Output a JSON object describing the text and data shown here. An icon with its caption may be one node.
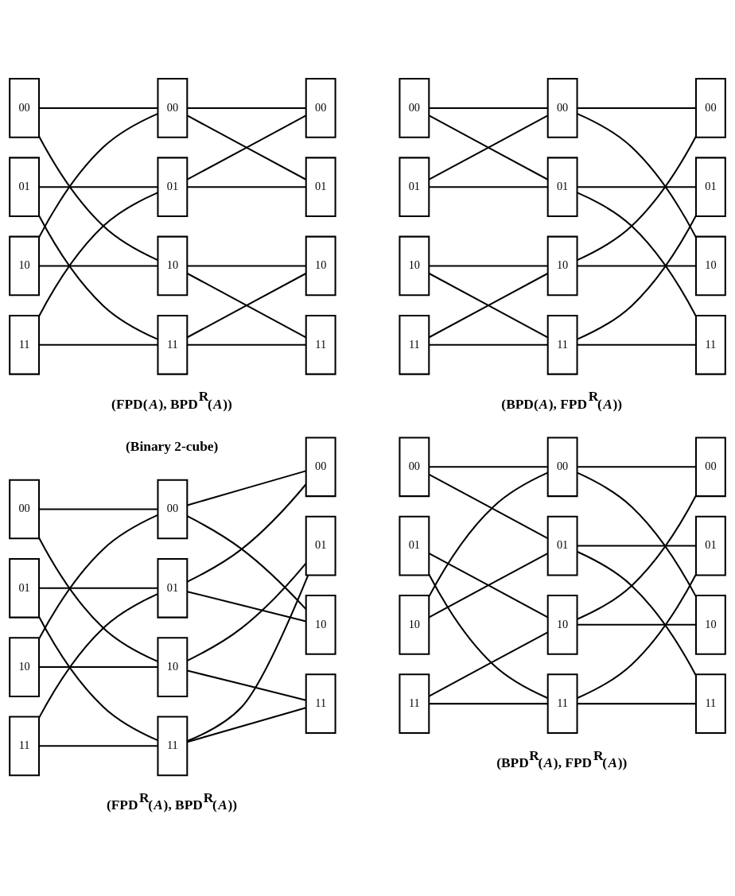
{
  "diagram": {
    "nodes": [
      {
        "text": [
          "00"
        ]
      },
      {
        "text": [
          "00"
        ]
      },
      {
        "text": [
          "00"
        ]
      },
      {
        "text": [
          "01"
        ]
      },
      {
        "text": [
          "01"
        ]
      },
      {
        "text": [
          "01"
        ]
      },
      {
        "text": [
          "10"
        ]
      },
      {
        "text": [
          "10"
        ]
      },
      {
        "text": [
          "10"
        ]
      },
      {
        "text": [
          "11"
        ]
      },
      {
        "text": [
          "11"
        ]
      },
      {
        "text": [
          "11"
        ]
      },
      {
        "text": [
          "00"
        ]
      },
      {
        "text": [
          "00"
        ]
      },
      {
        "text": [
          "00"
        ]
      },
      {
        "text": [
          "01"
        ]
      },
      {
        "text": [
          "01"
        ]
      },
      {
        "text": [
          "01"
        ]
      },
      {
        "text": [
          "10"
        ]
      },
      {
        "text": [
          "10"
        ]
      },
      {
        "text": [
          "10"
        ]
      },
      {
        "text": [
          "11"
        ]
      },
      {
        "text": [
          "11"
        ]
      },
      {
        "text": [
          "11"
        ]
      },
      {
        "text": [
          "00"
        ]
      },
      {
        "text": [
          "00"
        ]
      },
      {
        "text": [
          "00"
        ]
      },
      {
        "text": [
          "01"
        ]
      },
      {
        "text": [
          "01"
        ]
      },
      {
        "text": [
          "01"
        ]
      },
      {
        "text": [
          "10"
        ]
      },
      {
        "text": [
          "10"
        ]
      },
      {
        "text": [
          "10"
        ]
      },
      {
        "text": [
          "11"
        ]
      },
      {
        "text": [
          "11"
        ]
      },
      {
        "text": [
          "11"
        ]
      },
      {
        "text": [
          "00"
        ]
      },
      {
        "text": [
          "00"
        ]
      },
      {
        "text": [
          "00"
        ]
      },
      {
        "text": [
          "01"
        ]
      },
      {
        "text": [
          "01"
        ]
      },
      {
        "text": [
          "01"
        ]
      },
      {
        "text": [
          "10"
        ]
      },
      {
        "text": [
          "10"
        ]
      },
      {
        "text": [
          "10"
        ]
      },
      {
        "text": [
          "11"
        ]
      },
      {
        "text": [
          "11"
        ]
      },
      {
        "text": [
          "11"
        ]
      }
    ],
    "edges": [
      {
        "from": 0,
        "to": 1,
        "arrow": "none"
      },
      {
        "from": 0,
        "to": 7,
        "arrow": "none"
      },
      {
        "from": 3,
        "to": 4,
        "arrow": "none"
      },
      {
        "from": 3,
        "to": 10,
        "arrow": "none"
      },
      {
        "from": 6,
        "to": 1,
        "arrow": "none"
      },
      {
        "from": 6,
        "to": 7,
        "arrow": "none"
      },
      {
        "from": 9,
        "to": 4,
        "arrow": "none"
      },
      {
        "from": 9,
        "to": 10,
        "arrow": "none"
      },
      {
        "from": 1,
        "to": 2,
        "arrow": "none"
      },
      {
        "from": 1,
        "to": 5,
        "arrow": "none"
      },
      {
        "from": 4,
        "to": 2,
        "arrow": "none"
      },
      {
        "from": 4,
        "to": 5,
        "arrow": "none"
      },
      {
        "from": 7,
        "to": 8,
        "arrow": "none"
      },
      {
        "from": 7,
        "to": 11,
        "arrow": "none"
      },
      {
        "from": 10,
        "to": 8,
        "arrow": "none"
      },
      {
        "from": 10,
        "to": 11,
        "arrow": "none"
      },
      {
        "from": 12,
        "to": 13,
        "arrow": "none"
      },
      {
        "from": 12,
        "to": 16,
        "arrow": "none"
      },
      {
        "from": 15,
        "to": 13,
        "arrow": "none"
      },
      {
        "from": 15,
        "to": 16,
        "arrow": "none"
      },
      {
        "from": 18,
        "to": 19,
        "arrow": "none"
      },
      {
        "from": 18,
        "to": 22,
        "arrow": "none"
      },
      {
        "from": 21,
        "to": 19,
        "arrow": "none"
      },
      {
        "from": 21,
        "to": 22,
        "arrow": "none"
      },
      {
        "from": 13,
        "to": 14,
        "arrow": "none"
      },
      {
        "from": 13,
        "to": 20,
        "arrow": "none"
      },
      {
        "from": 16,
        "to": 17,
        "arrow": "none"
      },
      {
        "from": 16,
        "to": 23,
        "arrow": "none"
      },
      {
        "from": 19,
        "to": 14,
        "arrow": "none"
      },
      {
        "from": 19,
        "to": 20,
        "arrow": "none"
      },
      {
        "from": 22,
        "to": 17,
        "arrow": "none"
      },
      {
        "from": 22,
        "to": 23,
        "arrow": "none"
      },
      {
        "from": 24,
        "to": 25,
        "arrow": "none"
      },
      {
        "from": 24,
        "to": 31,
        "arrow": "none"
      },
      {
        "from": 27,
        "to": 28,
        "arrow": "none"
      },
      {
        "from": 27,
        "to": 34,
        "arrow": "none"
      },
      {
        "from": 30,
        "to": 25,
        "arrow": "none"
      },
      {
        "from": 30,
        "to": 31,
        "arrow": "none"
      },
      {
        "from": 33,
        "to": 28,
        "arrow": "none"
      },
      {
        "from": 33,
        "to": 34,
        "arrow": "none"
      },
      {
        "from": 25,
        "to": 26,
        "arrow": "none"
      },
      {
        "from": 25,
        "to": 32,
        "arrow": "none"
      },
      {
        "from": 28,
        "to": 26,
        "arrow": "none"
      },
      {
        "from": 28,
        "to": 32,
        "arrow": "none"
      },
      {
        "from": 31,
        "to": 29,
        "arrow": "none"
      },
      {
        "from": 31,
        "to": 35,
        "arrow": "none"
      },
      {
        "from": 34,
        "to": 29,
        "arrow": "none"
      },
      {
        "from": 34,
        "to": 35,
        "arrow": "none"
      },
      {
        "from": 36,
        "to": 37,
        "arrow": "none"
      },
      {
        "from": 36,
        "to": 40,
        "arrow": "none"
      },
      {
        "from": 39,
        "to": 43,
        "arrow": "none"
      },
      {
        "from": 39,
        "to": 46,
        "arrow": "none"
      },
      {
        "from": 42,
        "to": 37,
        "arrow": "none"
      },
      {
        "from": 42,
        "to": 40,
        "arrow": "none"
      },
      {
        "from": 45,
        "to": 43,
        "arrow": "none"
      },
      {
        "from": 45,
        "to": 46,
        "arrow": "none"
      },
      {
        "from": 37,
        "to": 38,
        "arrow": "none"
      },
      {
        "from": 37,
        "to": 44,
        "arrow": "none"
      },
      {
        "from": 40,
        "to": 41,
        "arrow": "none"
      },
      {
        "from": 40,
        "to": 47,
        "arrow": "none"
      },
      {
        "from": 43,
        "to": 38,
        "arrow": "none"
      },
      {
        "from": 43,
        "to": 44,
        "arrow": "none"
      },
      {
        "from": 46,
        "to": 41,
        "arrow": "none"
      },
      {
        "from": 46,
        "to": 47,
        "arrow": "none"
      }
    ],
    "labels": [
      "(FPD(*A*), BPD$^{R}$(*A*))",
      "(Binary 2-cube)",
      "(BPD(*A*), FPD$^{R}$(*A*))",
      "(FPD$^{R}$(*A*), BPD$^{R}$(*A*))",
      "(BPD$^{R}$(*A*), FPD$^{R}$(*A*))"
    ]
  }
}
